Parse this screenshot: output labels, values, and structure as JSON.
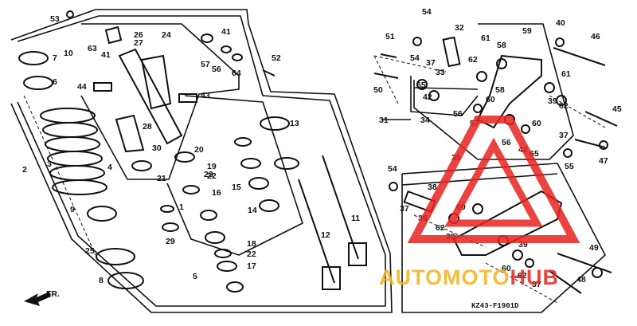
{
  "diagram": {
    "part_labels": [
      "53",
      "7",
      "6",
      "10",
      "63",
      "41",
      "26",
      "27",
      "24",
      "57",
      "41",
      "56",
      "64",
      "44",
      "43",
      "28",
      "30",
      "20",
      "21",
      "23",
      "19",
      "22",
      "16",
      "15",
      "14",
      "13",
      "2",
      "3",
      "4",
      "1",
      "9",
      "29",
      "25",
      "8",
      "5",
      "18",
      "22",
      "17",
      "12",
      "11",
      "52",
      "54",
      "32",
      "37",
      "51",
      "54",
      "33",
      "61",
      "58",
      "59",
      "40",
      "46",
      "50",
      "65",
      "42",
      "62",
      "58",
      "61",
      "31",
      "34",
      "56",
      "57",
      "60",
      "39",
      "62",
      "55",
      "56",
      "42",
      "65",
      "60",
      "37",
      "45",
      "47",
      "35",
      "38",
      "54",
      "37",
      "36",
      "60",
      "62",
      "39",
      "39",
      "60",
      "62",
      "49",
      "48",
      "37"
    ],
    "direction_label": "FR.",
    "drawing_code": "KZ43-F1901D"
  },
  "watermark": {
    "text": "AUTOMOTOHUB",
    "colors": {
      "red": "#e8231f",
      "yellow": "#f2b21d"
    }
  }
}
